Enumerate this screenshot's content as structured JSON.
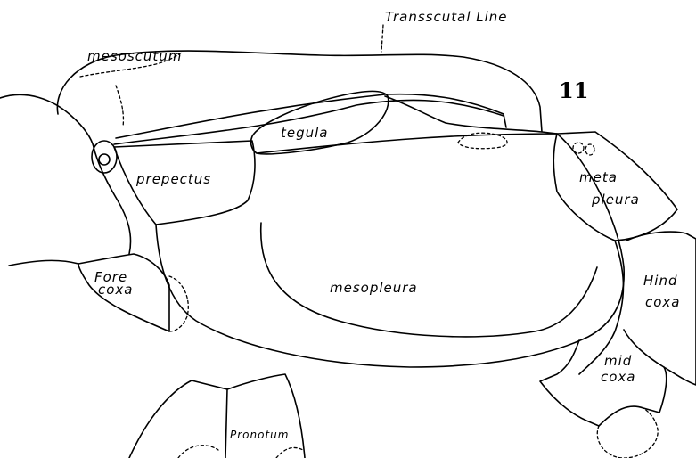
{
  "figure_number": "11",
  "labels": {
    "transscutal_line": "Transscutal Line",
    "mesoscutum": "mesoscutum",
    "tegula": "tegula",
    "prepectus": "prepectus",
    "metapleura_line1": "meta",
    "metapleura_line2": "pleura",
    "fore_coxa_line1": "Fore",
    "fore_coxa_line2": "coxa",
    "mesopleura": "mesopleura",
    "hind_coxa_line1": "Hind",
    "hind_coxa_line2": "coxa",
    "mid_coxa_line1": "mid",
    "mid_coxa_line2": "coxa",
    "pronotum": "Pronotum"
  },
  "colors": {
    "ink": "#000000",
    "paper": "#ffffff"
  }
}
